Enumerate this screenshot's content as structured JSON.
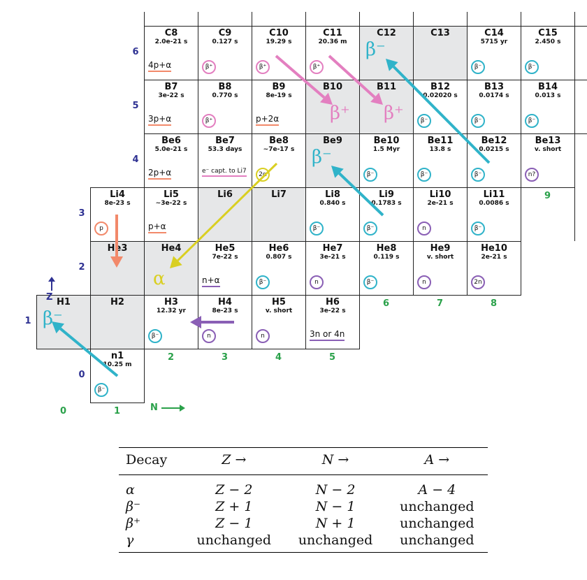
{
  "colors": {
    "beta_minus": "#30b3c9",
    "beta_plus": "#e37fc0",
    "alpha": "#d9cf22",
    "proton": "#f2896a",
    "neutron": "#8a5fb5",
    "z_axis": "#2e3192",
    "n_axis": "#2aa14a",
    "stable": "#e6e7e8"
  },
  "axes": {
    "z_labels": [
      "0",
      "1",
      "2",
      "3",
      "4",
      "5",
      "6"
    ],
    "n_labels": [
      "0",
      "1",
      "2",
      "3",
      "4",
      "5",
      "6",
      "7",
      "8",
      "9"
    ],
    "z_axis_label": "Z",
    "n_axis_label": "N"
  },
  "nuclides": [
    {
      "name": "n1",
      "half_life": "10.25 m",
      "badge": "β⁻",
      "badge_color": "beta_minus"
    },
    {
      "name": "H1",
      "big": "β⁻",
      "big_color": "beta_minus",
      "stable": true
    },
    {
      "name": "H2",
      "stable": true
    },
    {
      "name": "H3",
      "half_life": "12.32 yr",
      "badge": "β⁻",
      "badge_color": "beta_minus"
    },
    {
      "name": "H4",
      "half_life": "8e-23 s",
      "badge": "n",
      "badge_color": "neutron"
    },
    {
      "name": "H5",
      "half_life": "v. short",
      "badge": "n",
      "badge_color": "neutron"
    },
    {
      "name": "H6",
      "half_life": "3e-22 s",
      "mode": "3n or 4n",
      "mode_color": "neutron"
    },
    {
      "name": "He3",
      "stable": true
    },
    {
      "name": "He4",
      "big": "α",
      "big_color": "alpha",
      "stable": true
    },
    {
      "name": "He5",
      "half_life": "7e-22 s",
      "mode": "n+α",
      "mode_color": "neutron"
    },
    {
      "name": "He6",
      "half_life": "0.807 s",
      "badge": "β⁻",
      "badge_color": "beta_minus"
    },
    {
      "name": "He7",
      "half_life": "3e-21 s",
      "badge": "n",
      "badge_color": "neutron"
    },
    {
      "name": "He8",
      "half_life": "0.119 s",
      "badge": "β⁻",
      "badge_color": "beta_minus"
    },
    {
      "name": "He9",
      "half_life": "v. short",
      "badge": "n",
      "badge_color": "neutron"
    },
    {
      "name": "He10",
      "half_life": "2e-21 s",
      "badge": "2n",
      "badge_color": "neutron"
    },
    {
      "name": "Li4",
      "half_life": "8e-23 s",
      "badge": "p",
      "badge_color": "proton"
    },
    {
      "name": "Li5",
      "half_life": "~3e-22 s",
      "mode": "p+α",
      "mode_color": "proton"
    },
    {
      "name": "Li6",
      "stable": true
    },
    {
      "name": "Li7",
      "stable": true
    },
    {
      "name": "Li8",
      "half_life": "0.840 s",
      "badge": "β⁻",
      "badge_color": "beta_minus"
    },
    {
      "name": "Li9",
      "half_life": "0.1783 s",
      "badge": "β⁻",
      "badge_color": "beta_minus"
    },
    {
      "name": "Li10",
      "half_life": "2e-21 s",
      "badge": "n",
      "badge_color": "neutron"
    },
    {
      "name": "Li11",
      "half_life": "0.0086 s",
      "badge": "β⁻",
      "badge_color": "beta_minus"
    },
    {
      "name": "Be6",
      "half_life": "5.0e-21 s",
      "mode": "2p+α",
      "mode_color": "proton"
    },
    {
      "name": "Be7",
      "half_life": "53.3 days",
      "mode": "e⁻ capt. to Li7",
      "mode_color": "beta_plus",
      "mode_small": true
    },
    {
      "name": "Be8",
      "half_life": "~7e-17 s",
      "badge": "2α",
      "badge_color": "alpha"
    },
    {
      "name": "Be9",
      "big": "β⁻",
      "big_color": "beta_minus",
      "stable": true
    },
    {
      "name": "Be10",
      "half_life": "1.5 Myr",
      "badge": "β⁻",
      "badge_color": "beta_minus"
    },
    {
      "name": "Be11",
      "half_life": "13.8 s",
      "badge": "β⁻",
      "badge_color": "beta_minus"
    },
    {
      "name": "Be12",
      "half_life": "0.0215 s",
      "badge": "β⁻",
      "badge_color": "beta_minus"
    },
    {
      "name": "Be13",
      "half_life": "v. short",
      "badge": "n?",
      "badge_color": "neutron"
    },
    {
      "name": "B7",
      "half_life": "3e-22 s",
      "mode": "3p+α",
      "mode_color": "proton"
    },
    {
      "name": "B8",
      "half_life": "0.770 s",
      "badge": "β⁺",
      "badge_color": "beta_plus"
    },
    {
      "name": "B9",
      "half_life": "8e-19 s",
      "mode": "p+2α",
      "mode_color": "proton"
    },
    {
      "name": "B10",
      "big": "β⁺",
      "big_color": "beta_plus",
      "stable": true
    },
    {
      "name": "B11",
      "big": "β⁺",
      "big_color": "beta_plus",
      "stable": true
    },
    {
      "name": "B12",
      "half_life": "0.02020 s",
      "badge": "β⁻",
      "badge_color": "beta_minus"
    },
    {
      "name": "B13",
      "half_life": "0.0174 s",
      "badge": "β⁻",
      "badge_color": "beta_minus"
    },
    {
      "name": "B14",
      "half_life": "0.013 s",
      "badge": "β⁻",
      "badge_color": "beta_minus"
    },
    {
      "name": "C8",
      "half_life": "2.0e-21 s",
      "mode": "4p+α",
      "mode_color": "proton"
    },
    {
      "name": "C9",
      "half_life": "0.127 s",
      "badge": "β⁺",
      "badge_color": "beta_plus"
    },
    {
      "name": "C10",
      "half_life": "19.29 s",
      "badge": "β⁺",
      "badge_color": "beta_plus"
    },
    {
      "name": "C11",
      "half_life": "20.36 m",
      "badge": "β⁺",
      "badge_color": "beta_plus"
    },
    {
      "name": "C12",
      "big": "β⁻",
      "big_color": "beta_minus",
      "stable": true
    },
    {
      "name": "C13",
      "stable": true
    },
    {
      "name": "C14",
      "half_life": "5715 yr",
      "badge": "β⁻",
      "badge_color": "beta_minus"
    },
    {
      "name": "C15",
      "half_life": "2.450 s",
      "badge": "β⁻",
      "badge_color": "beta_minus"
    }
  ],
  "decay_table": {
    "headers": [
      "Decay",
      "Z →",
      "N →",
      "A →"
    ],
    "rows": [
      {
        "decay": "α",
        "z": "Z − 2",
        "n": "N − 2",
        "a": "A − 4"
      },
      {
        "decay": "β⁻",
        "z": "Z + 1",
        "n": "N − 1",
        "a": "unchanged"
      },
      {
        "decay": "β⁺",
        "z": "Z − 1",
        "n": "N + 1",
        "a": "unchanged"
      },
      {
        "decay": "γ",
        "z": "unchanged",
        "n": "unchanged",
        "a": "unchanged"
      }
    ]
  }
}
